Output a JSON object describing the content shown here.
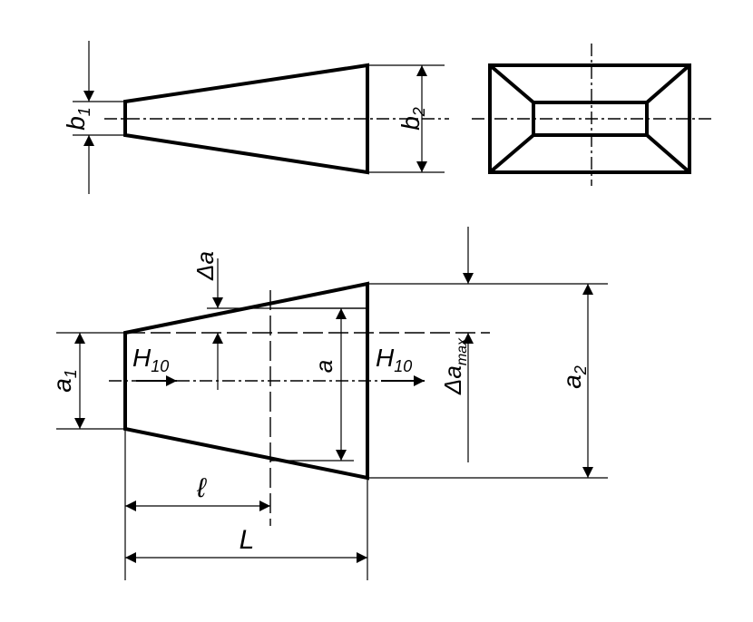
{
  "labels": {
    "b1": {
      "main": "b",
      "sub": "1"
    },
    "b2": {
      "main": "b",
      "sub": "2"
    },
    "delta_a": "Δa",
    "H10_left": {
      "main": "H",
      "sub": "10"
    },
    "H10_right": {
      "main": "H",
      "sub": "10"
    },
    "a": "a",
    "a1": {
      "main": "a",
      "sub": "1"
    },
    "a2": {
      "main": "a",
      "sub": "2"
    },
    "delta_a_max": {
      "main": "Δa",
      "sub": "max"
    },
    "l": "ℓ",
    "L": "L"
  },
  "colors": {
    "stroke": "#000000",
    "background": "#ffffff"
  }
}
